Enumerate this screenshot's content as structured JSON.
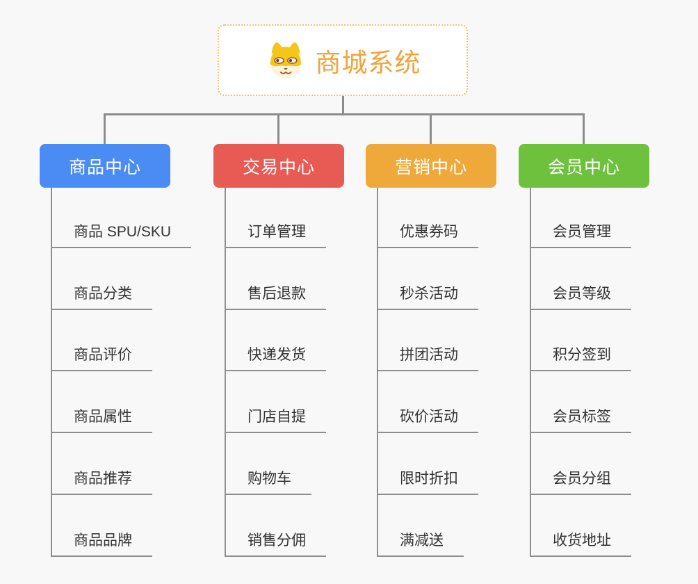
{
  "page": {
    "background": "#f8f8f8",
    "connector_color": "#8c8c8c"
  },
  "root": {
    "title": "商城系统",
    "icon": "shiba-dog-icon",
    "text_color": "#f2a33c",
    "border_color": "#f2c26b",
    "background": "#ffffff"
  },
  "branches": [
    {
      "label": "商品中心",
      "color": "#4b8bf4",
      "children": [
        "商品 SPU/SKU",
        "商品分类",
        "商品评价",
        "商品属性",
        "商品推荐",
        "商品品牌"
      ]
    },
    {
      "label": "交易中心",
      "color": "#e85a54",
      "children": [
        "订单管理",
        "售后退款",
        "快递发货",
        "门店自提",
        "购物车",
        "销售分佣"
      ]
    },
    {
      "label": "营销中心",
      "color": "#efa93b",
      "children": [
        "优惠券码",
        "秒杀活动",
        "拼团活动",
        "砍价活动",
        "限时折扣",
        "满减送"
      ]
    },
    {
      "label": "会员中心",
      "color": "#6ec13c",
      "children": [
        "会员管理",
        "会员等级",
        "积分签到",
        "会员标签",
        "会员分组",
        "收货地址"
      ]
    }
  ]
}
